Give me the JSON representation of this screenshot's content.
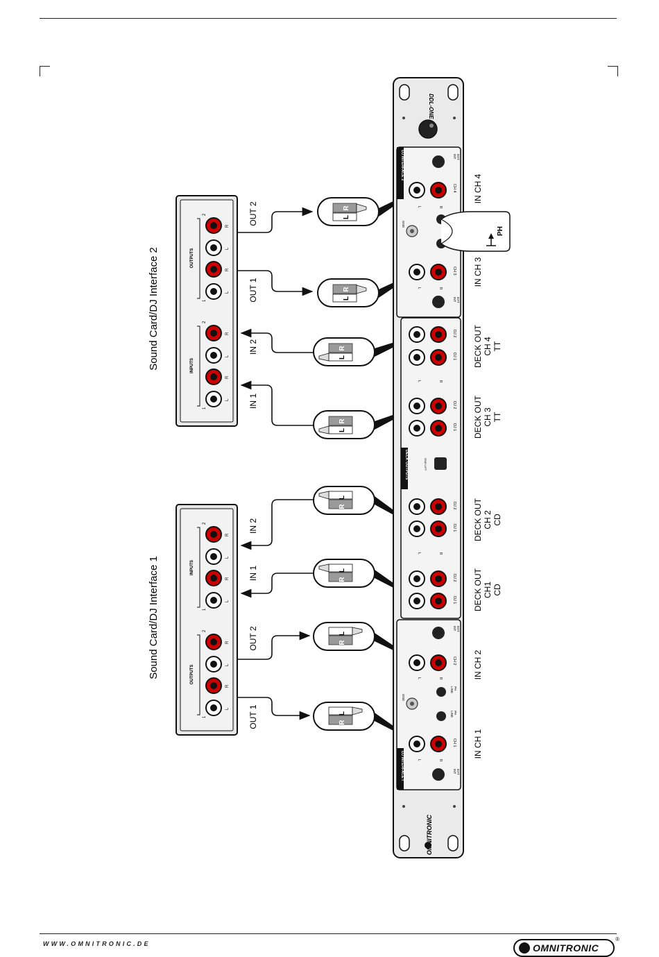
{
  "sound_card_1": {
    "title": "Sound Card/DJ Interface 1",
    "outputs_label": "OUTPUTS",
    "inputs_label": "INPUTS",
    "num_1": "1",
    "num_2": "2",
    "l": "L",
    "r": "R"
  },
  "sound_card_2": {
    "title": "Sound Card/DJ Interface 2",
    "outputs_label": "OUTPUTS",
    "inputs_label": "INPUTS",
    "num_1": "1",
    "num_2": "2",
    "l": "L",
    "r": "R"
  },
  "cables": {
    "out1": "OUT 1",
    "out2": "OUT 2",
    "in1": "IN 1",
    "in2": "IN 2",
    "plug_l": "L",
    "plug_r": "R"
  },
  "rack": {
    "brand": "OMNITRONIC",
    "model": "DDL-ONE",
    "dj_interface_1": "DJ INTERFACE I",
    "dj_interface_2": "DJ INTERFACE 2",
    "deck_outputs": "DECK OUTPUTS",
    "ch1": "CH 1",
    "ch2": "CH 2",
    "ch3": "CH 3",
    "ch4": "CH 4",
    "dj1": "DJ 1",
    "dj2": "DJ 2",
    "gnd": "GND",
    "l": "L",
    "r": "R",
    "int": "INT",
    "ext": "EXT",
    "line": "LINE",
    "ph": "PH",
    "gnd_lift": "GND LIFT"
  },
  "labels": {
    "in_ch1": "IN CH 1",
    "in_ch2": "IN CH 2",
    "in_ch3": "IN CH 3",
    "in_ch4": "IN CH 4",
    "deck1": [
      "DECK OUT",
      "CH1",
      "CD"
    ],
    "deck2": [
      "DECK OUT",
      "CH 2",
      "CD"
    ],
    "deck3": [
      "DECK OUT",
      "CH 3",
      "TT"
    ],
    "deck4": [
      "DECK OUT",
      "CH 4",
      "TT"
    ],
    "ph_switch": "PH"
  },
  "footer": {
    "url": "WWW.OMNITRONIC.DE",
    "logo": "OMNITRONIC",
    "reg": "®"
  }
}
